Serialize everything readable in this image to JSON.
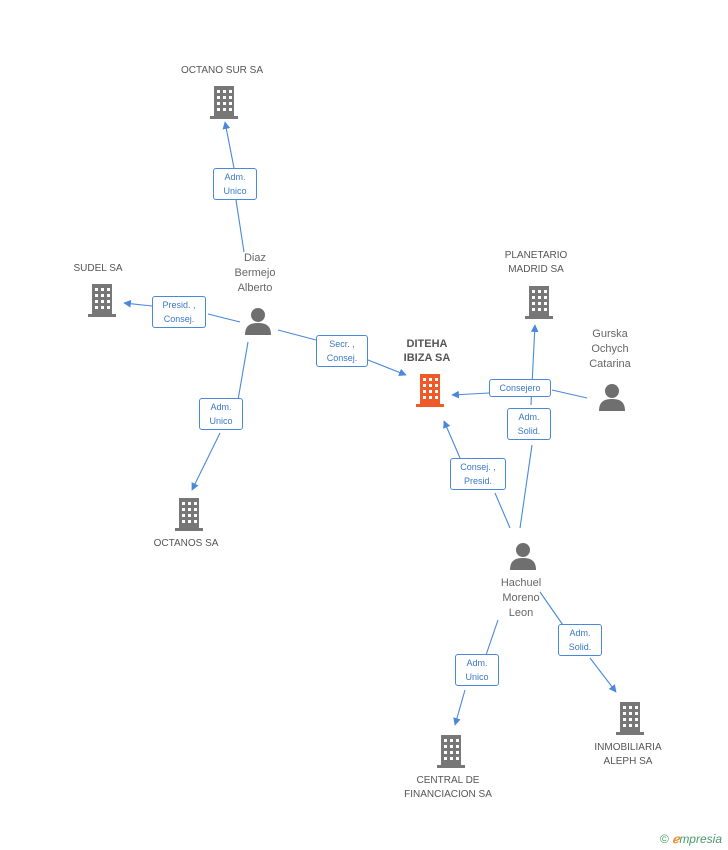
{
  "colors": {
    "edge": "#4a89d9",
    "company_icon": "#777777",
    "main_icon": "#f05a28",
    "person_icon": "#6f6f6f"
  },
  "nodes": {
    "octano_sur": {
      "label": "OCTANO SUR SA",
      "icon": "building-icon"
    },
    "sudel": {
      "label": "SUDEL SA",
      "icon": "building-icon"
    },
    "octanos": {
      "label": "OCTANOS SA",
      "icon": "building-icon"
    },
    "diteha": {
      "label_line1": "DITEHA",
      "label_line2": "IBIZA SA",
      "icon": "building-icon"
    },
    "planetario": {
      "label_line1": "PLANETARIO",
      "label_line2": "MADRID SA",
      "icon": "building-icon"
    },
    "central": {
      "label_line1": "CENTRAL DE",
      "label_line2": "FINANCIACION SA",
      "icon": "building-icon"
    },
    "inmobiliaria": {
      "label_line1": "INMOBILIARIA",
      "label_line2": "ALEPH SA",
      "icon": "building-icon"
    },
    "diaz": {
      "line1": "Diaz",
      "line2": "Bermejo",
      "line3": "Alberto",
      "icon": "person-icon"
    },
    "gurska": {
      "line1": "Gurska",
      "line2": "Ochych",
      "line3": "Catarina",
      "icon": "person-icon"
    },
    "hachuel": {
      "line1": "Hachuel",
      "line2": "Moreno",
      "line3": "Leon",
      "icon": "person-icon"
    }
  },
  "roles": {
    "diaz_octano_sur": {
      "line1": "Adm.",
      "line2": "Unico"
    },
    "diaz_sudel": {
      "line1": "Presid. ,",
      "line2": "Consej."
    },
    "diaz_octanos": {
      "line1": "Adm.",
      "line2": "Unico"
    },
    "diaz_diteha": {
      "line1": "Secr. ,",
      "line2": "Consej."
    },
    "gurska_diteha": {
      "line1": "Consejero"
    },
    "hachuel_planetario": {
      "line1": "Adm.",
      "line2": "Solid."
    },
    "hachuel_diteha": {
      "line1": "Consej. ,",
      "line2": "Presid."
    },
    "hachuel_central": {
      "line1": "Adm.",
      "line2": "Unico"
    },
    "hachuel_inmobiliaria": {
      "line1": "Adm.",
      "line2": "Solid."
    }
  },
  "footer": {
    "copyright_symbol": "©",
    "brand_initial": "ℯ",
    "brand_rest": "mpresia"
  }
}
